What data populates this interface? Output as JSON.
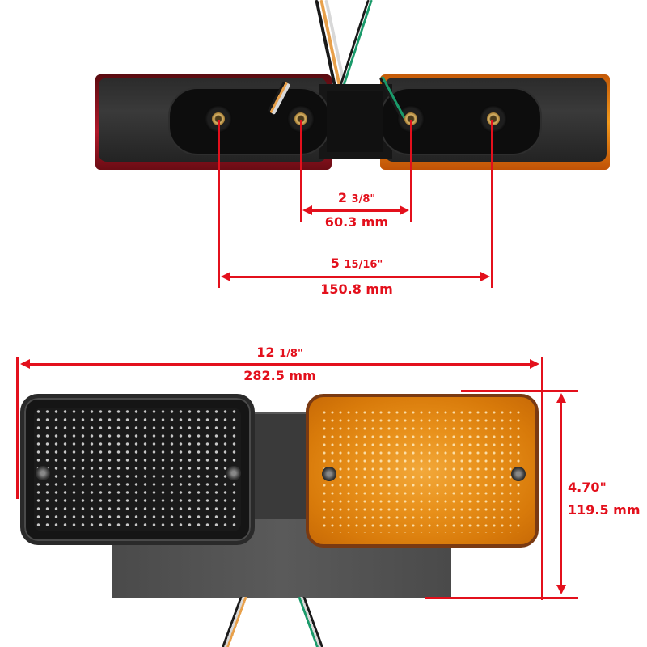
{
  "product": {
    "view_top": "rear-view-mounting-studs",
    "view_bottom": "front-view-lenses",
    "lens_left_top": "red",
    "lens_right_top": "amber",
    "lens_left_bottom": "smoked-clear",
    "lens_right_bottom": "amber"
  },
  "dimensions": {
    "inner_studs": {
      "imperial_whole": "2",
      "imperial_frac": "3/8\"",
      "metric": "60.3 mm"
    },
    "outer_studs": {
      "imperial_whole": "5",
      "imperial_frac": "15/16\"",
      "metric": "150.8 mm"
    },
    "overall_width": {
      "imperial_whole": "12",
      "imperial_frac": "1/8\"",
      "metric": "282.5 mm"
    },
    "height": {
      "imperial": "4.70\"",
      "metric": "119.5 mm"
    }
  },
  "colors": {
    "dimension_red": "#e3101c",
    "amber": "#f09a1e",
    "red_lens": "#b0182a",
    "housing": "#2b2b2b",
    "wire_orange": "#e8a04a",
    "wire_green": "#1a9a6a",
    "wire_white": "#d8d8d8",
    "wire_black": "#1a1a1a"
  }
}
